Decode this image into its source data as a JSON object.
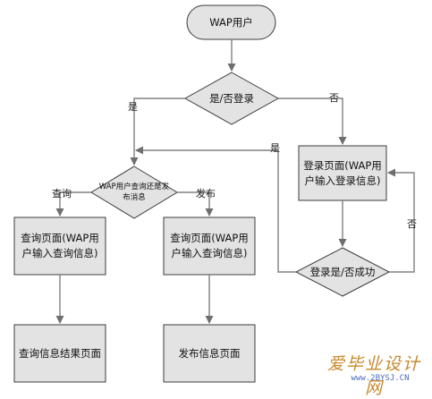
{
  "nodes": {
    "start": "WAP用户",
    "login_decision": "是/否登录",
    "login_page": "登录页面(WAP用户输入登录信息)",
    "login_success_decision": "登录是/否成功",
    "query_or_publish_decision": "WAP用户查询还是发布消息",
    "query_page": "查询页面(WAP用户输入查询信息)",
    "publish_page": "查询页面(WAP用户输入查询信息)",
    "query_result_page": "查询信息结果页面",
    "publish_info_page": "发布信息页面"
  },
  "edge_labels": {
    "login_yes": "是",
    "login_no": "否",
    "success_yes": "是",
    "success_no": "否",
    "query": "查询",
    "publish": "发布"
  },
  "watermark": {
    "site_name": "爱毕业设计网",
    "url": "www.2BYSJ.CN"
  },
  "colors": {
    "shape_fill": "#e3e3e3",
    "shape_stroke": "#3c3c3c",
    "connector": "#808080"
  }
}
